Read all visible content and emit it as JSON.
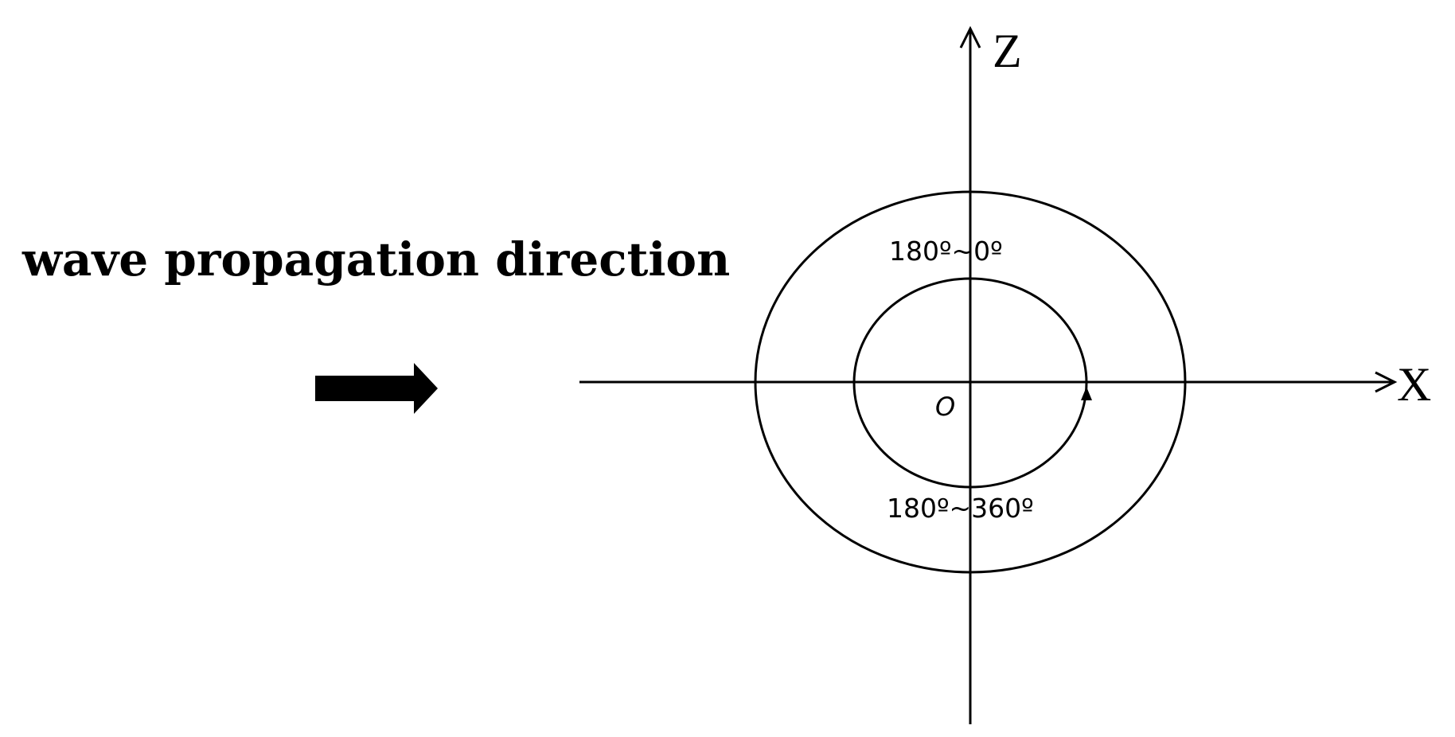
{
  "caption": {
    "text": "wave propagation direction"
  },
  "arrow": {
    "icon": "right-arrow-icon"
  },
  "axes": {
    "x_label": "X",
    "z_label": "Z",
    "origin_label": "O"
  },
  "angles": {
    "top_label": "180º~0º",
    "bottom_label": "180º~360º"
  },
  "colors": {
    "stroke": "#000000",
    "background": "#ffffff"
  }
}
